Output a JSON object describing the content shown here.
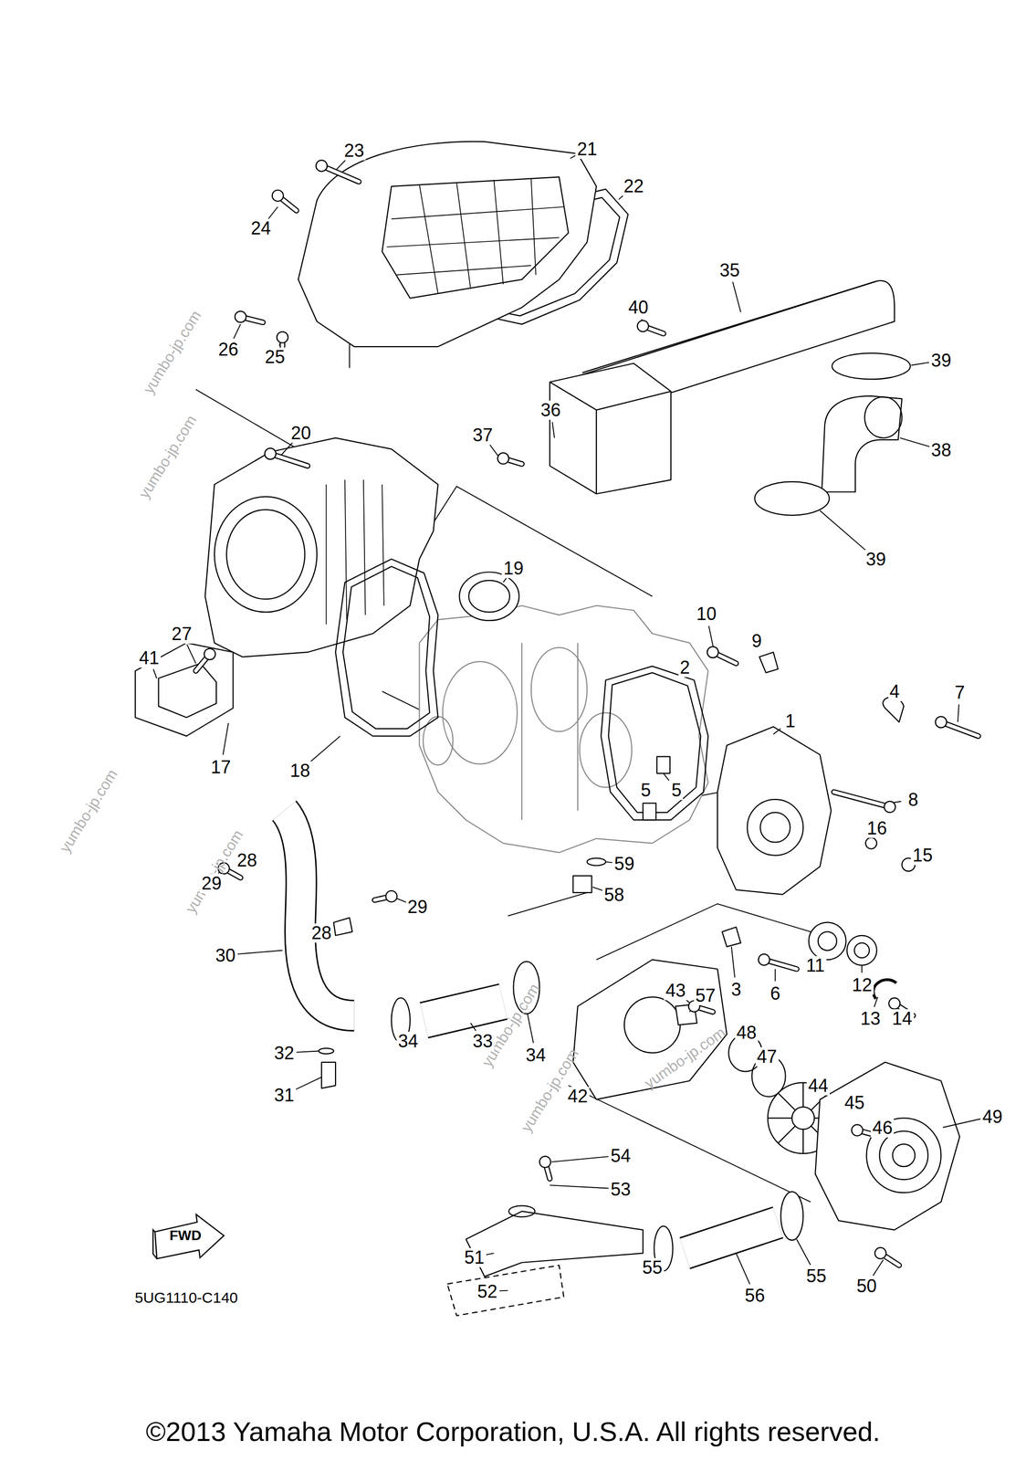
{
  "diagram": {
    "caption": "©2013 Yamaha Motor Corporation, U.S.A. All rights reserved.",
    "nodes": [
      {
        "text": [
          "FWD"
        ]
      }
    ],
    "labels": [
      "21",
      "23",
      "22",
      "24",
      "35",
      "40",
      "26",
      "yumbo-jp.com",
      "25",
      "39",
      "36",
      "20",
      "37",
      "38",
      "yumbo-jp.com",
      "39",
      "19",
      "10",
      "27",
      "9",
      "41",
      "2",
      "4",
      "7",
      "1",
      "17",
      "18",
      "5",
      "5",
      "8",
      "yumbo-jp.com",
      "16",
      "15",
      "28",
      "59",
      "yumbo-jp.com",
      "29",
      "58",
      "29",
      "28",
      "30",
      "11",
      "12",
      "3",
      "43",
      "57",
      "6",
      "13",
      "14",
      "yumbo-jp.com",
      "48",
      "33",
      "34",
      "34",
      "32",
      "47",
      "yumbo-jp.com",
      "44",
      "yumbo-jp.com",
      "31",
      "42",
      "45",
      "49",
      "46",
      "54",
      "53",
      "51",
      "55",
      "55",
      "50",
      "52",
      "56",
      "5UG1110-C140"
    ]
  }
}
